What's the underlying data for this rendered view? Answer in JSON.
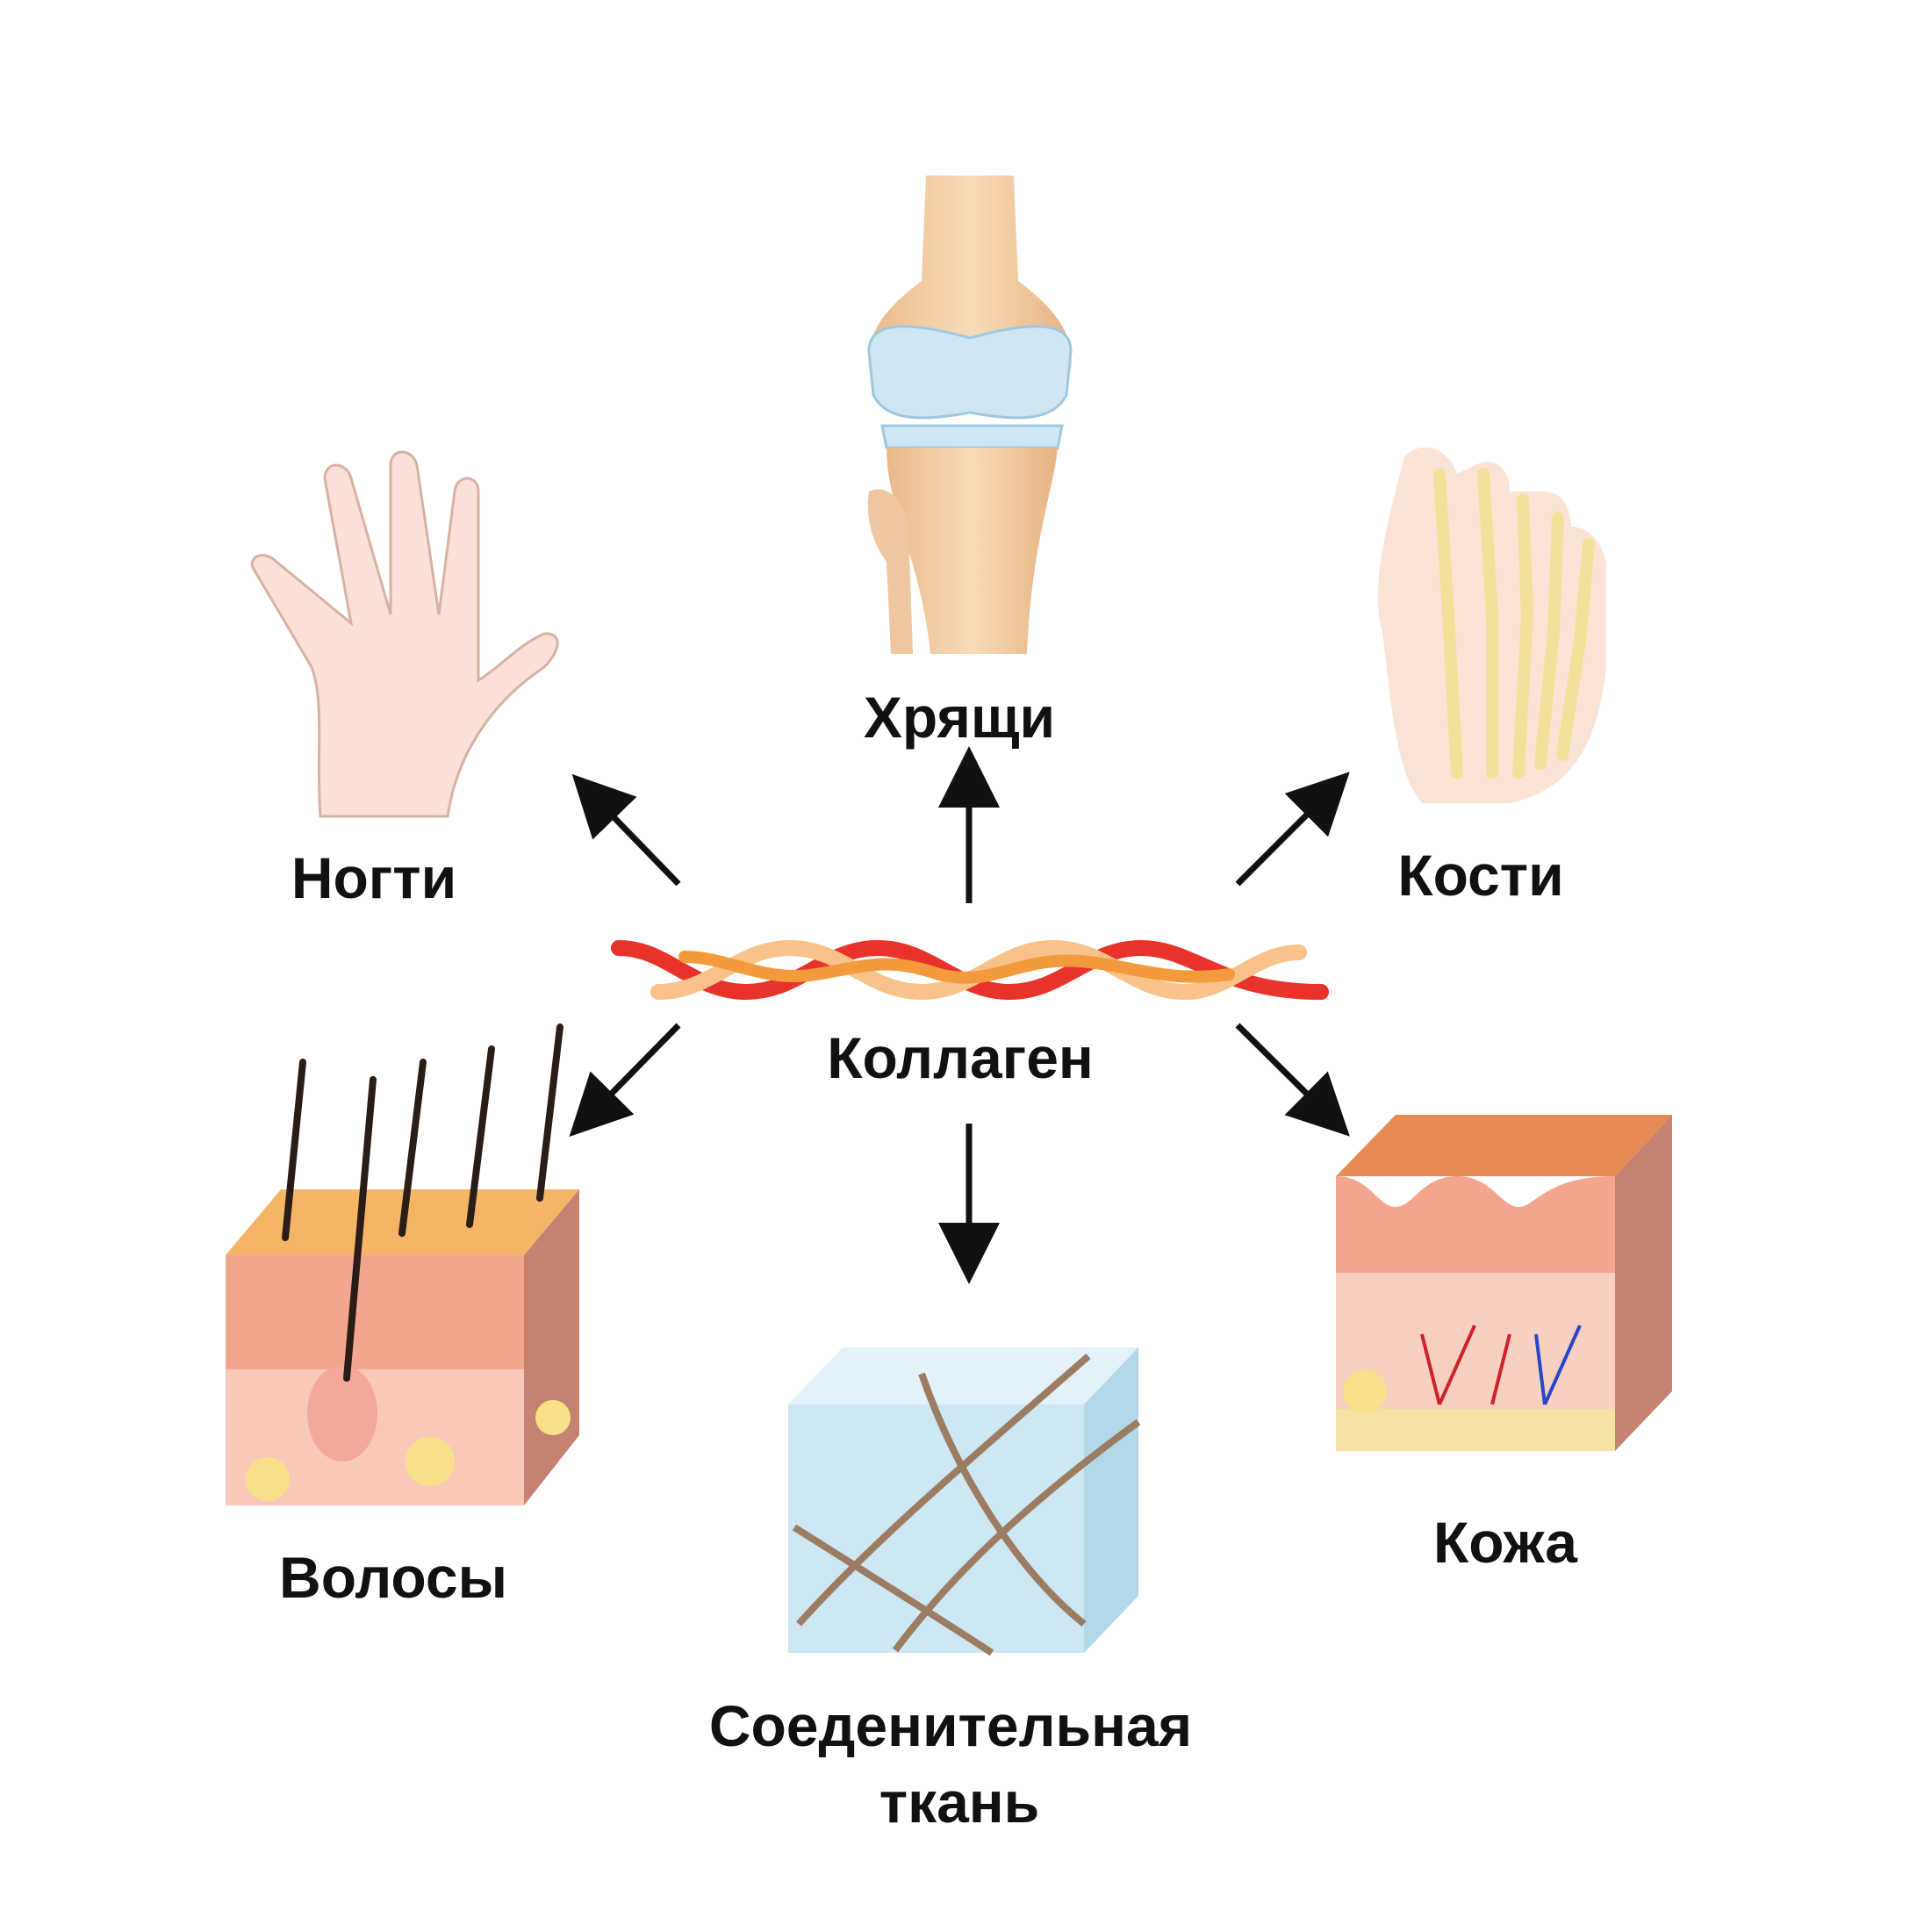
{
  "labels": {
    "center": "Коллаген",
    "cartilage": "Хрящи",
    "nails": "Ногти",
    "bones": "Кости",
    "hair": "Волосы",
    "skin": "Кожа",
    "connective_line1": "Соеденительная",
    "connective_line2": "ткань"
  },
  "colors": {
    "arrow": "#111111",
    "collagen_red": "#e8322a",
    "collagen_orange": "#f39a3c",
    "collagen_light": "#f8c28a",
    "skin_pink": "#f6b6a0",
    "cartilage_blue": "#cfe6f3",
    "bone": "#f4d6ae"
  }
}
